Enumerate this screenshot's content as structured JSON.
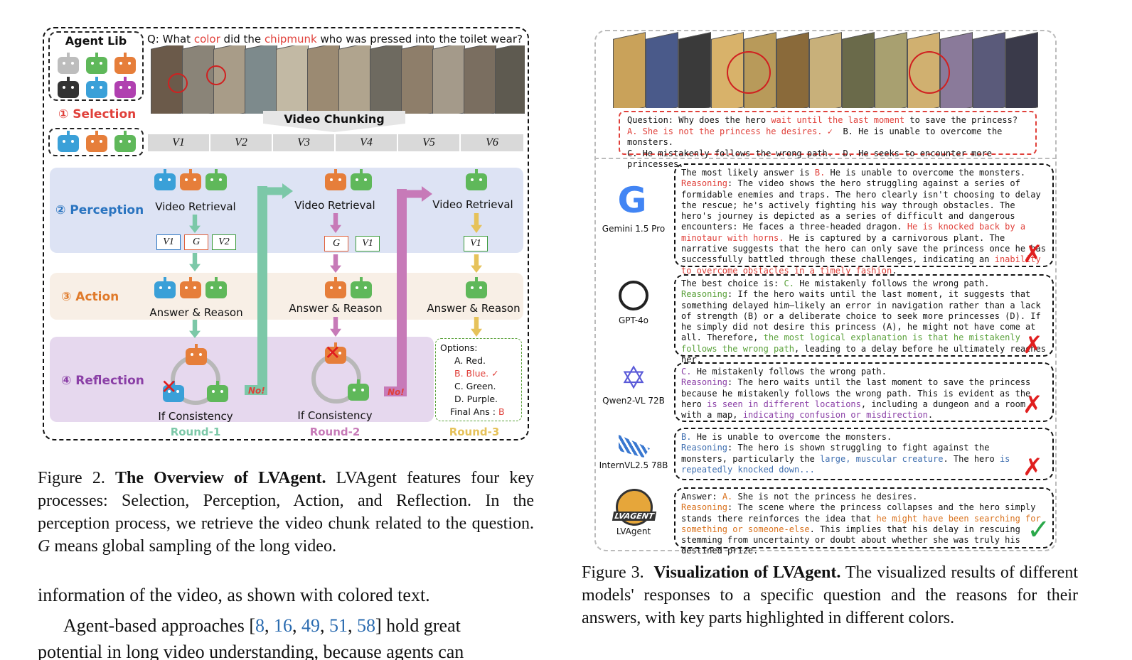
{
  "fig2": {
    "question_prefix": "Q: What",
    "question_color": "color",
    "question_mid": "did the",
    "question_chip": "chipmunk",
    "question_suffix": "who was pressed into the toilet wear?",
    "agent_lib": "Agent Lib",
    "selection": "① Selection",
    "video_chunking": "Video Chunking",
    "chunks": [
      "V1",
      "V2",
      "V3",
      "V4",
      "V5",
      "V6"
    ],
    "perception": "② Perception",
    "action": "③ Action",
    "reflection": "④ Reflection",
    "video_retrieval": "Video Retrieval",
    "answer_reason": "Answer & Reason",
    "if_consistency": "If Consistency",
    "no": "No!",
    "chips_r1": [
      "V1",
      "G",
      "V2"
    ],
    "chips_r2": [
      "G",
      "V1"
    ],
    "chips_r3": [
      "V1"
    ],
    "rounds": [
      "Round-1",
      "Round-2",
      "Round-3"
    ],
    "options_title": "Options:",
    "options": [
      "A. Red.",
      "B. Blue. ✓",
      "C. Green.",
      "D. Purple."
    ],
    "final_ans_label": "Final Ans :",
    "final_ans_value": "B"
  },
  "caption2": {
    "label": "Figure 2.",
    "title": "The Overview of LVAgent.",
    "text": "LVAgent features four key processes: Selection, Perception, Action, and Reflection. In the perception process, we retrieve the video chunk related to the question.",
    "g_symbol": "G",
    "text2": "means global sampling of the long video."
  },
  "body": {
    "line1": "information of the video, as shown with colored text.",
    "line2_prefix": "Agent-based approaches [",
    "cites": [
      "8",
      "16",
      "49",
      "51",
      "58"
    ],
    "line2_suffix": "] hold great",
    "line3": "potential in long video understanding, because agents can"
  },
  "fig3": {
    "q_prefix": "Question: Why does the hero",
    "q_hl": "wait until the last moment",
    "q_suffix": "to save the princess?",
    "opt_a": "A. She is not the princess he desires. ✓",
    "opt_b": "B. He is unable to overcome the monsters.",
    "opt_c": "C. He mistakenly follows the wrong path.",
    "opt_d": "D. He seeks to encounter more princesses.",
    "models": [
      "Gemini 1.5 Pro",
      "GPT-4o",
      "Qwen2-VL 72B",
      "InternVL2.5 78B",
      "LVAgent"
    ],
    "gemini": {
      "l1a": "The most likely answer is",
      "l1b": "B.",
      "l1c": "He is unable to overcome the monsters.",
      "reason": "Reasoning",
      "t1": ": The video shows the hero struggling against a series of formidable enemies and traps. The hero clearly isn't choosing to delay the rescue; he's actively fighting his way through obstacles. The hero's journey is depicted as a series of difficult and dangerous encounters: He faces a three-headed dragon.",
      "h1": "He is knocked back by a minotaur with horns.",
      "t2": "He is captured by a carnivorous plant. The narrative suggests that the hero can only save the princess once he has successfully battled through these challenges, indicating an",
      "h2": "inability to overcome obstacles in a timely fashion",
      "t3": "."
    },
    "gpt": {
      "l1a": "The best choice is:",
      "l1b": "C.",
      "l1c": "He mistakenly follows the wrong path.",
      "reason": "Reasoning",
      "t1": ": If the hero waits until the last moment, it suggests that something delayed him—likely an error in navigation rather than a lack of strength (B) or a deliberate choice to seek more princesses (D). If he simply did not desire this princess (A), he might not have come at all. Therefore,",
      "h1": "the most logical explanation is that he mistakenly follows the wrong path",
      "t2": ", leading to a delay before he ultimately reaches her."
    },
    "qwen": {
      "l1b": "C.",
      "l1c": "He mistakenly follows the wrong path.",
      "reason": "Reasoning",
      "t1": ": The hero waits until the last moment to save the princess because he mistakenly follows the wrong path. This is evident as the hero",
      "h1": "is seen in different locations",
      "t2": ", including a dungeon and a room with a map,",
      "h2": "indicating confusion or misdirection",
      "t3": "."
    },
    "intern": {
      "l1b": "B.",
      "l1c": "He is unable to overcome the monsters.",
      "reason": "Reasoning",
      "t1": ": The hero is shown struggling to fight against the monsters, particularly the",
      "h1": "large, muscular creature",
      "t2": ". The hero",
      "h2": "is repeatedly knocked down...",
      "t3": ""
    },
    "lvagent": {
      "l1a": "Answer:",
      "l1b": "A.",
      "l1c": "She is not the princess he desires.",
      "reason": "Reasoning",
      "t1": ": The scene where the princess collapses and the hero simply stands there reinforces the idea that",
      "h1": "he might have been searching for something or someone-else",
      "t2": ". This implies that his delay in rescuing stemming from uncertainty or doubt about whether she was truly his destined prize."
    },
    "logo_text": "LVAGENT"
  },
  "caption3": {
    "label": "Figure 3.",
    "title": "Visualization of LVAgent.",
    "text": "The visualized results of different models' responses to a specific question and the reasons for their answers, with key parts highlighted in different colors."
  },
  "colors": {
    "red": "#e0403a",
    "perception_band": "#dde3f4",
    "action_band": "#f8efe6",
    "reflection_band": "#e6d8ee",
    "round1": "#7cc8a8",
    "round2": "#c77ab8",
    "round3": "#e6c25a"
  }
}
